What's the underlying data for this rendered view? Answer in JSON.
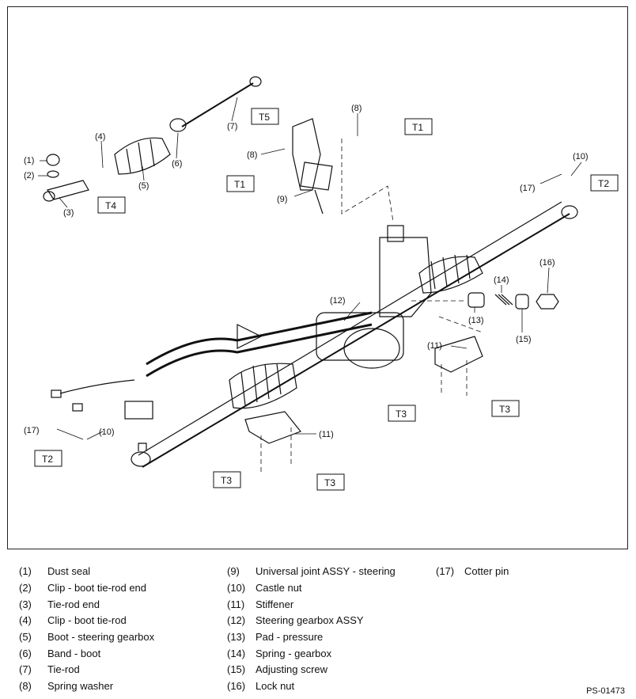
{
  "figure_code": "PS-01473",
  "torque_labels": [
    "T1",
    "T2",
    "T3",
    "T4",
    "T5"
  ],
  "callouts": [
    "(1)",
    "(2)",
    "(3)",
    "(4)",
    "(5)",
    "(6)",
    "(7)",
    "(8)",
    "(9)",
    "(10)",
    "(11)",
    "(12)",
    "(13)",
    "(14)",
    "(15)",
    "(16)",
    "(17)"
  ],
  "legend": [
    {
      "num": "(1)",
      "text": "Dust seal"
    },
    {
      "num": "(2)",
      "text": "Clip - boot tie-rod end"
    },
    {
      "num": "(3)",
      "text": "Tie-rod end"
    },
    {
      "num": "(4)",
      "text": "Clip - boot tie-rod"
    },
    {
      "num": "(5)",
      "text": "Boot - steering gearbox"
    },
    {
      "num": "(6)",
      "text": "Band - boot"
    },
    {
      "num": "(7)",
      "text": "Tie-rod"
    },
    {
      "num": "(8)",
      "text": "Spring washer"
    },
    {
      "num": "(9)",
      "text": "Universal joint ASSY - steering"
    },
    {
      "num": "(10)",
      "text": "Castle nut"
    },
    {
      "num": "(11)",
      "text": "Stiffener"
    },
    {
      "num": "(12)",
      "text": "Steering gearbox ASSY"
    },
    {
      "num": "(13)",
      "text": "Pad - pressure"
    },
    {
      "num": "(14)",
      "text": "Spring - gearbox"
    },
    {
      "num": "(15)",
      "text": "Adjusting screw"
    },
    {
      "num": "(16)",
      "text": "Lock nut"
    },
    {
      "num": "(17)",
      "text": "Cotter pin"
    }
  ]
}
